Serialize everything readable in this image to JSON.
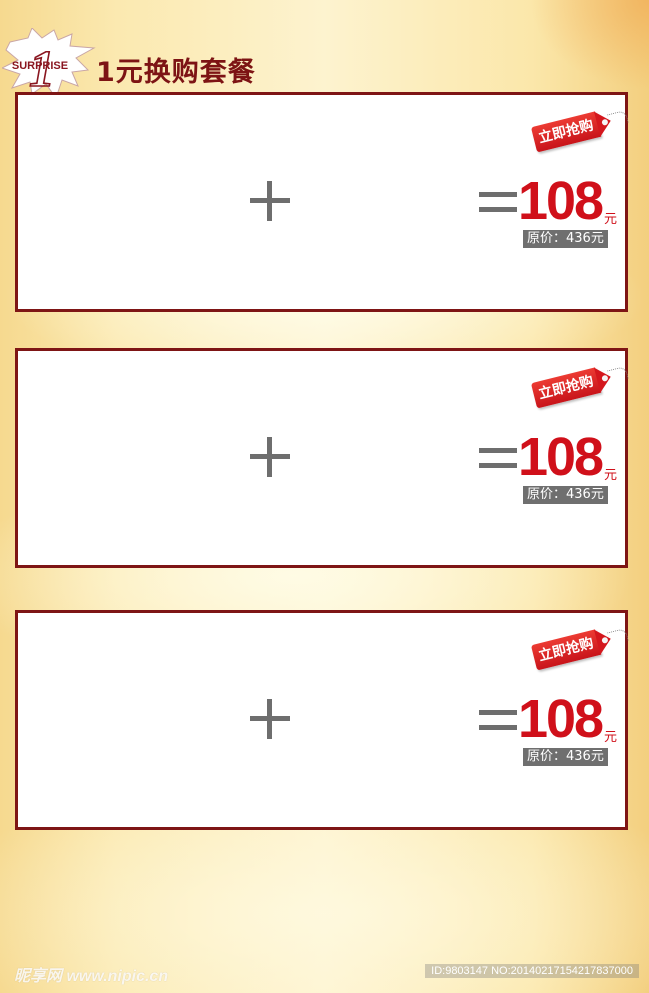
{
  "header": {
    "badge_text": "SURPRISE",
    "badge_number": "1",
    "title": "1元换购套餐"
  },
  "colors": {
    "accent_red": "#d0101a",
    "border_maroon": "#7e1515",
    "gray": "#6e6e6e"
  },
  "packages": [
    {
      "tag_label": "立即抢购",
      "plus": "+",
      "equals": "=",
      "price": "108",
      "unit": "元",
      "original_price": "原价：436元"
    },
    {
      "tag_label": "立即抢购",
      "plus": "+",
      "equals": "=",
      "price": "108",
      "unit": "元",
      "original_price": "原价：436元"
    },
    {
      "tag_label": "立即抢购",
      "plus": "+",
      "equals": "=",
      "price": "108",
      "unit": "元",
      "original_price": "原价：436元"
    }
  ],
  "watermark": {
    "left": "昵享网 www.nipic.cn",
    "right": "ID:9803147 NO:20140217154217837000"
  }
}
